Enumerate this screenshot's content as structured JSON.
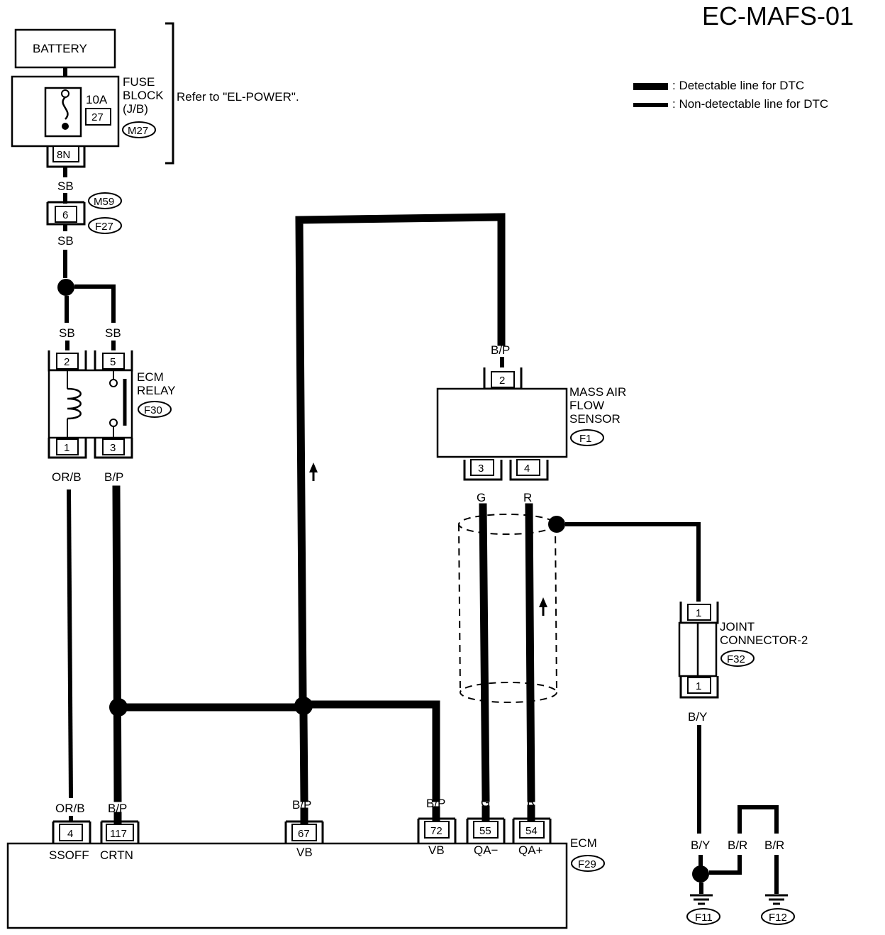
{
  "diagram": {
    "code": "EC-MAFS-01",
    "legend": {
      "detectable": ": Detectable line for DTC",
      "non_detectable": ": Non-detectable line for DTC"
    },
    "battery": "BATTERY",
    "fuse": {
      "title_line1": "FUSE",
      "title_line2": "BLOCK",
      "title_line3": "(J/B)",
      "rating": "10A",
      "number": "27",
      "connector": "M27",
      "pin": "8N",
      "note": "Refer to \"EL-POWER\"."
    },
    "inline_connector": {
      "pin": "6",
      "conn_a": "M59",
      "conn_b": "F27"
    },
    "ecm_relay": {
      "title_line1": "ECM",
      "title_line2": "RELAY",
      "connector": "F30",
      "pins": {
        "p2": "2",
        "p5": "5",
        "p1": "1",
        "p3": "3"
      }
    },
    "maf_sensor": {
      "title_line1": "MASS AIR",
      "title_line2": "FLOW",
      "title_line3": "SENSOR",
      "connector": "F1",
      "pins": {
        "p2": "2",
        "p3": "3",
        "p4": "4"
      }
    },
    "joint_connector": {
      "title_line1": "JOINT",
      "title_line2": "CONNECTOR-2",
      "connector": "F32",
      "pin_top": "1",
      "pin_bottom": "1"
    },
    "ecm": {
      "title": "ECM",
      "connector": "F29",
      "pins": [
        {
          "num": "4",
          "func": "SSOFF",
          "wire": "OR/B"
        },
        {
          "num": "117",
          "func": "CRTN",
          "wire": "B/P"
        },
        {
          "num": "67",
          "func": "VB",
          "wire": "B/P"
        },
        {
          "num": "72",
          "func": "VB",
          "wire": "B/P"
        },
        {
          "num": "55",
          "func": "QA−",
          "wire": "G"
        },
        {
          "num": "54",
          "func": "QA+",
          "wire": "R"
        }
      ]
    },
    "wires": {
      "sb_top": "SB",
      "sb_mid": "SB",
      "sb_left": "SB",
      "sb_right": "SB",
      "orb_relay": "OR/B",
      "bp_relay": "B/P",
      "bp_maf": "B/P",
      "g_maf": "G",
      "r_maf": "R",
      "by_joint": "B/Y",
      "by_ground": "B/Y",
      "br_a": "B/R",
      "br_b": "B/R"
    },
    "grounds": {
      "g1": "F11",
      "g2": "F12"
    }
  }
}
